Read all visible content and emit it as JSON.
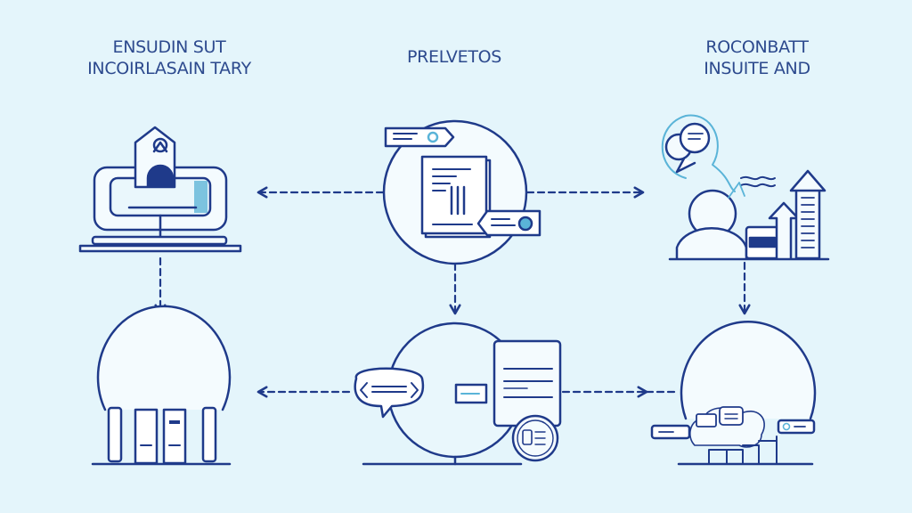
{
  "colors": {
    "background": "#e4f5fb",
    "stroke": "#1f3a8a",
    "fill_light": "#f4fbfe",
    "accent": "#5ab4d8",
    "title": "#2d4a8e"
  },
  "columns": [
    {
      "id": "left",
      "title_line1": "ENSUDIN SUT",
      "title_line2": "INCOIRLASAIN TARY",
      "top_icon": "server-computer-icon",
      "bottom_icon": "server-racks-dome-icon"
    },
    {
      "id": "center",
      "title_line1": "PRELVETOS",
      "title_line2": "",
      "top_icon": "document-circle-icon",
      "bottom_icon": "code-chat-document-icon"
    },
    {
      "id": "right",
      "title_line1": "ROCONBATT",
      "title_line2": "INSUITE AND",
      "top_icon": "person-growth-chart-icon",
      "bottom_icon": "chat-cloud-dome-icon"
    }
  ],
  "connectors": [
    {
      "from": "center-top",
      "to": "left-top",
      "style": "dashed-arrow",
      "direction": "left"
    },
    {
      "from": "center-top",
      "to": "right-top",
      "style": "dashed-arrow",
      "direction": "right"
    },
    {
      "from": "left-top",
      "to": "left-bottom",
      "style": "dashed-arrow",
      "direction": "down"
    },
    {
      "from": "center-top",
      "to": "center-bottom",
      "style": "dashed-arrow",
      "direction": "down"
    },
    {
      "from": "right-top",
      "to": "right-bottom",
      "style": "dashed-arrow",
      "direction": "down"
    },
    {
      "from": "center-bottom",
      "to": "left-bottom",
      "style": "dashed-arrow",
      "direction": "left"
    },
    {
      "from": "center-bottom",
      "to": "right-bottom",
      "style": "dashed-arrow",
      "direction": "right"
    }
  ]
}
